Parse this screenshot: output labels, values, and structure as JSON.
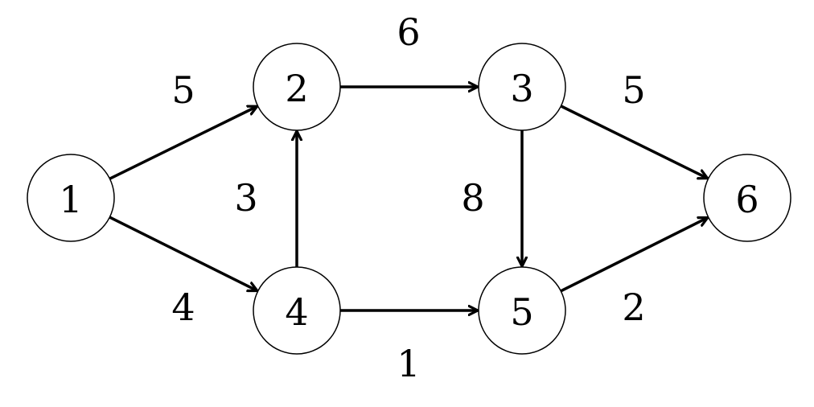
{
  "graph": {
    "nodes": [
      {
        "id": "1",
        "label": "1"
      },
      {
        "id": "2",
        "label": "2"
      },
      {
        "id": "3",
        "label": "3"
      },
      {
        "id": "4",
        "label": "4"
      },
      {
        "id": "5",
        "label": "5"
      },
      {
        "id": "6",
        "label": "6"
      }
    ],
    "edges": [
      {
        "from": "1",
        "to": "2",
        "weight": "5"
      },
      {
        "from": "1",
        "to": "4",
        "weight": "4"
      },
      {
        "from": "2",
        "to": "3",
        "weight": "6"
      },
      {
        "from": "4",
        "to": "2",
        "weight": "3"
      },
      {
        "from": "4",
        "to": "5",
        "weight": "1"
      },
      {
        "from": "3",
        "to": "5",
        "weight": "8"
      },
      {
        "from": "3",
        "to": "6",
        "weight": "5"
      },
      {
        "from": "5",
        "to": "6",
        "weight": "2"
      }
    ],
    "colors": {
      "stroke": "#000000",
      "fill": "#ffffff",
      "text": "#000000"
    }
  }
}
